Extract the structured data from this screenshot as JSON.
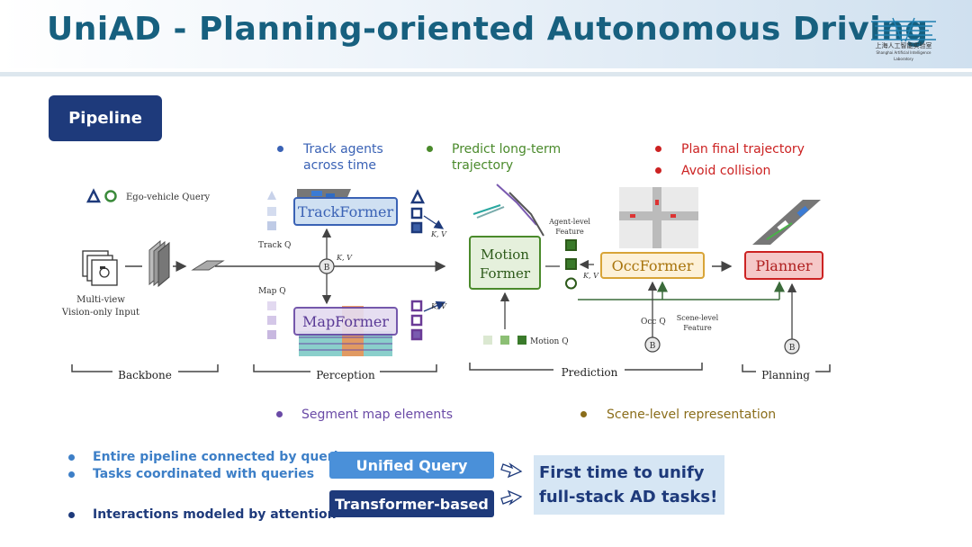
{
  "header": {
    "title": "UniAD - Planning-oriented Autonomous Driving",
    "logo_name": "shanghai-ai-lab-logo",
    "logo_cn": "上海人工智能实验室",
    "logo_en": "Shanghai Artificial Intelligence Laboratory"
  },
  "section_label": "Pipeline",
  "annotations": {
    "track": "Track agents\nacross time",
    "predict": "Predict long-term\ntrajectory",
    "plan": "Plan final trajectory",
    "avoid": "Avoid collision",
    "segment": "Segment map elements",
    "scene": "Scene-level representation"
  },
  "colors": {
    "track": "#3a62b5",
    "predict": "#4a8a2b",
    "plan": "#cc2222",
    "segment": "#6a4aa6",
    "scene": "#8a6d1a",
    "title": "#17607f",
    "dark_blue": "#1e3a7b",
    "mid_blue": "#4a90d9"
  },
  "diagram": {
    "ego_query": "Ego-vehicle Query",
    "input_label": "Multi-view\nVision-only Input",
    "track_q": "Track Q",
    "map_q": "Map Q",
    "kv": "K, V",
    "b": "B",
    "trackformer": "TrackFormer",
    "mapformer": "MapFormer",
    "motionformer": "Motion\nFormer",
    "motion_q": "Motion Q",
    "agent_feature": "Agent-level\nFeature",
    "occformer": "OccFormer",
    "occ_q": "Occ Q",
    "scene_feature": "Scene-level\nFeature",
    "planner": "Planner",
    "stages": [
      "Backbone",
      "Perception",
      "Prediction",
      "Planning"
    ]
  },
  "bullets": [
    "Entire pipeline connected by queries",
    "Tasks coordinated with queries",
    "Interactions modeled by attention"
  ],
  "buttons": {
    "unified": "Unified Query",
    "transformer": "Transformer-based"
  },
  "callout": "First time to unify\nfull-stack AD tasks!"
}
